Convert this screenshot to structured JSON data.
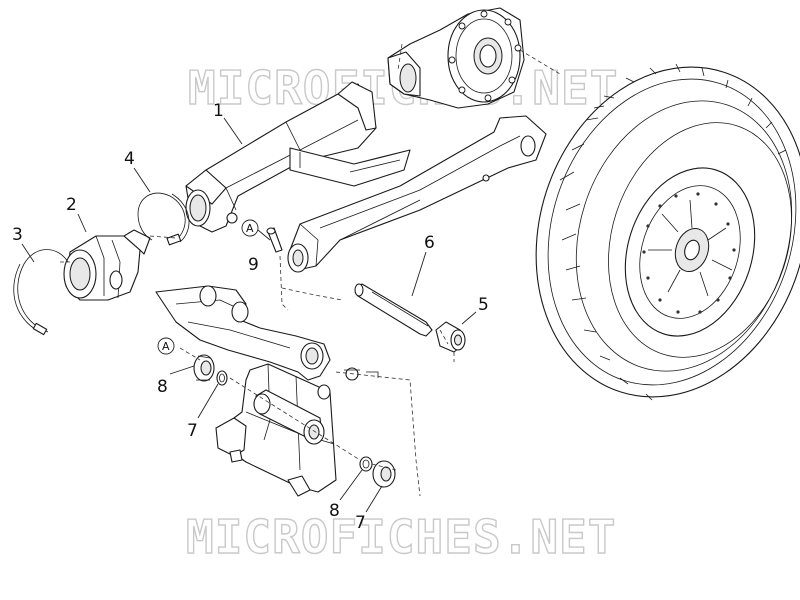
{
  "watermark": {
    "top": "MICROFICHES.NET",
    "bottom": "MICROFICHES.NET"
  },
  "labels": {
    "p1": "1",
    "p2": "2",
    "p3": "3",
    "p4": "4",
    "p5": "5",
    "p6": "6",
    "p7a": "7",
    "p7b": "7",
    "p8a": "8",
    "p8b": "8",
    "p9": "9"
  },
  "reference_markers": {
    "a1": "A",
    "a2": "A"
  }
}
